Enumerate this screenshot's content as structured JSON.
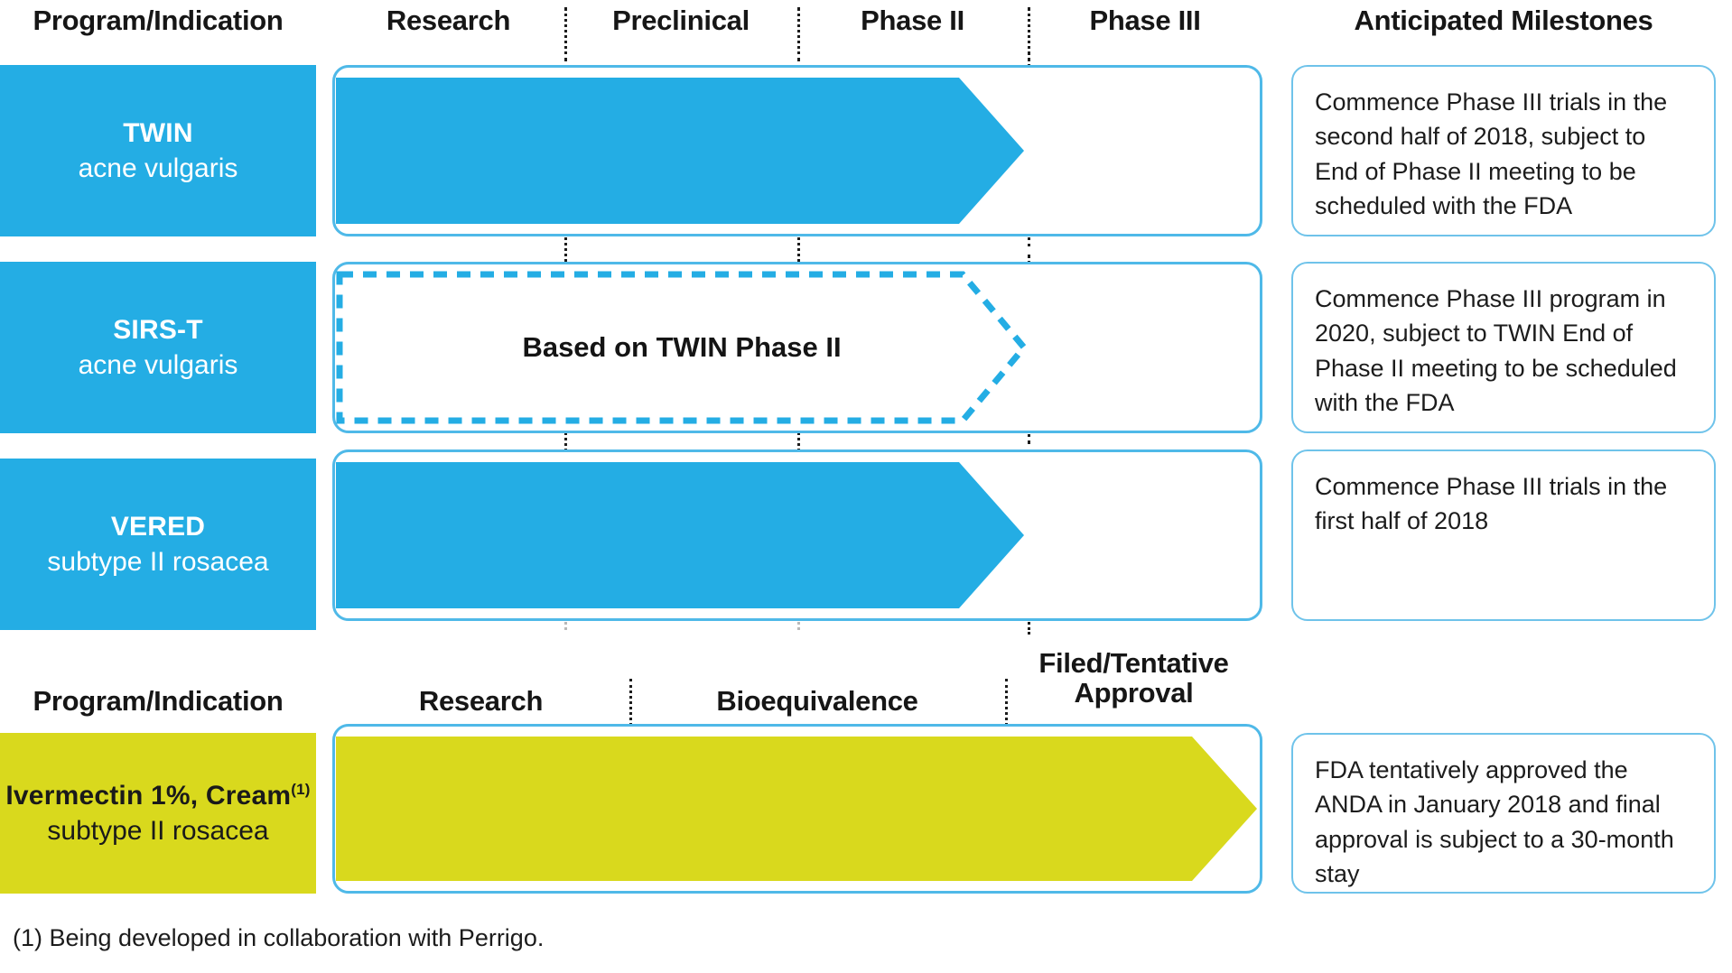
{
  "colors": {
    "blue_fill": "#24ade4",
    "blue_border": "#4fb9e8",
    "yellow_fill": "#d9d91d",
    "note_border": "#6fc3ea",
    "divider": "#1c1c1c",
    "divider_faint": "#b9b9b9",
    "text": "#1a1a1a"
  },
  "clinical_section": {
    "headers": {
      "program": "Program/Indication",
      "stages": [
        "Research",
        "Preclinical",
        "Phase II",
        "Phase III"
      ],
      "milestones": "Anticipated Milestones"
    },
    "rows": [
      {
        "program": "TWIN",
        "indication": "acne vulgaris",
        "bar_style": "solid-blue-arrow",
        "bar_label": "",
        "milestone": "Commence Phase III trials in the second half of 2018, subject to End of Phase II meeting to be scheduled with the FDA"
      },
      {
        "program": "SIRS-T",
        "indication": "acne vulgaris",
        "bar_style": "dashed-blue-arrow",
        "bar_label": "Based on TWIN Phase II",
        "milestone": "Commence Phase III program in 2020, subject to TWIN End of Phase II meeting to be scheduled with the FDA"
      },
      {
        "program": "VERED",
        "indication": "subtype II rosacea",
        "bar_style": "solid-blue-arrow",
        "bar_label": "",
        "milestone": "Commence Phase III trials in the first half of 2018"
      }
    ]
  },
  "generic_section": {
    "headers": {
      "program": "Program/Indication",
      "stages": [
        "Research",
        "Bioequivalence",
        "Filed/Tentative Approval"
      ],
      "stage_filed_line1": "Filed/Tentative",
      "stage_filed_line2": "Approval"
    },
    "rows": [
      {
        "program": "Ivermectin 1%, Cream",
        "program_superscript": "(1)",
        "indication": "subtype II rosacea",
        "bar_style": "solid-yellow-arrow",
        "milestone": "FDA tentatively approved the ANDA in January 2018 and final approval is subject to a 30-month stay"
      }
    ]
  },
  "footnote": "(1) Being developed in collaboration with Perrigo."
}
